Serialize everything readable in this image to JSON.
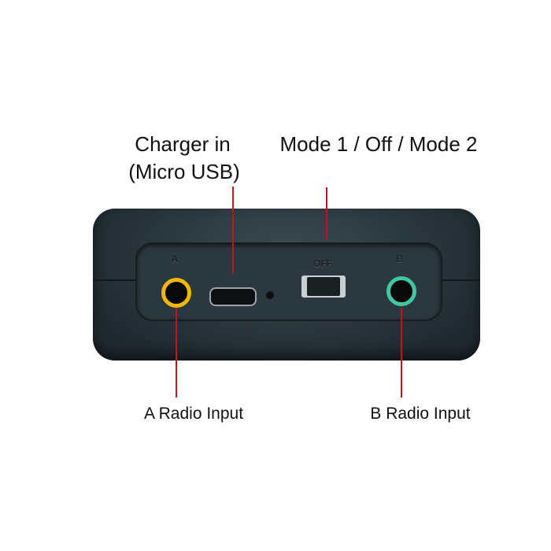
{
  "labels": {
    "charger_line1": "Charger in",
    "charger_line2": "(Micro USB)",
    "mode": "Mode 1 / Off / Mode 2",
    "a_input": "A Radio Input",
    "b_input": "B Radio Input"
  },
  "device": {
    "port_a_mark": "A",
    "switch_mark": "OFF",
    "port_b_mark": "B"
  },
  "colors": {
    "leader_line": "#c0151b",
    "jack_a": "#f2b800",
    "jack_b": "#3fc8a0",
    "body": "#27343a"
  }
}
